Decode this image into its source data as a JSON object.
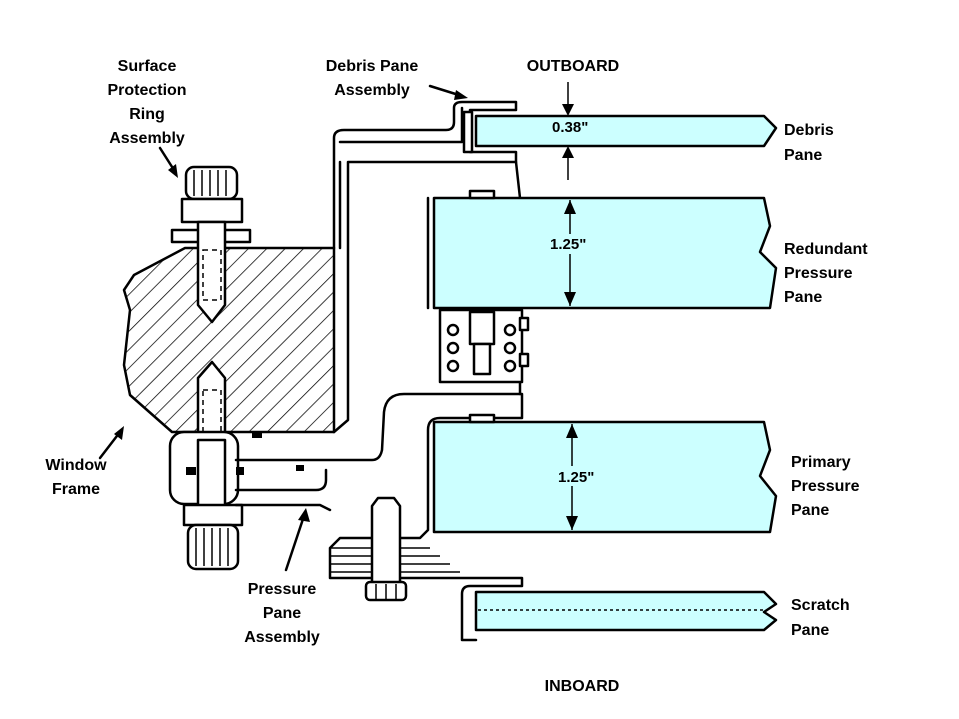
{
  "labels": {
    "surface_ring": [
      "Surface",
      "Protection",
      "Ring",
      "Assembly"
    ],
    "debris_assembly": [
      "Debris Pane",
      "Assembly"
    ],
    "outboard": "OUTBOARD",
    "inboard": "INBOARD",
    "debris_pane": [
      "Debris",
      "Pane"
    ],
    "redundant_pane": [
      "Redundant",
      "Pressure",
      "Pane"
    ],
    "primary_pane": [
      "Primary",
      "Pressure",
      "Pane"
    ],
    "scratch_pane": [
      "Scratch",
      "Pane"
    ],
    "window_frame": [
      "Window",
      "Frame"
    ],
    "pressure_assembly": [
      "Pressure",
      "Pane",
      "Assembly"
    ]
  },
  "dimensions": {
    "debris_thickness": "0.38\"",
    "redundant_thickness": "1.25\"",
    "primary_thickness": "1.25\""
  },
  "colors": {
    "glass": "#ccffff",
    "line": "#000000",
    "background": "#ffffff"
  }
}
